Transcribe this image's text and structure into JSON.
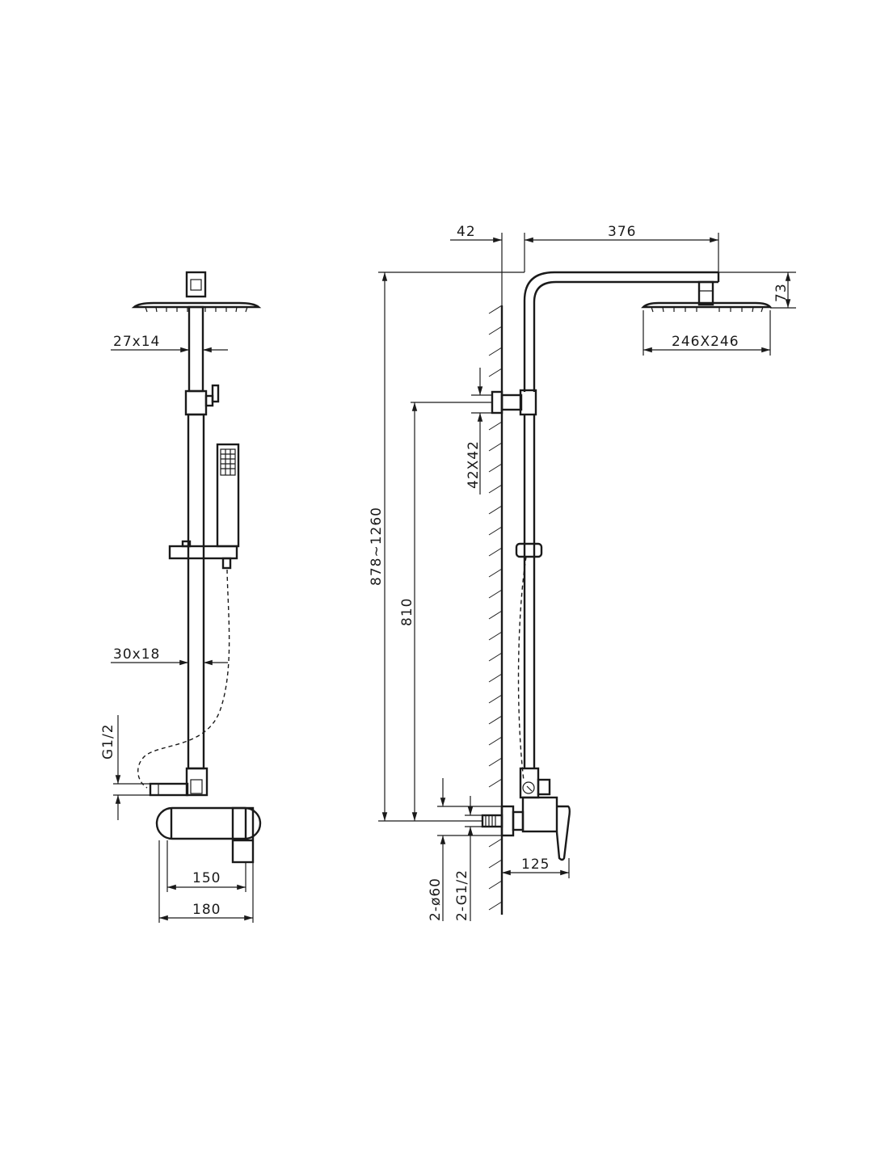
{
  "dimensions": {
    "shower_arm_offset": "42",
    "shower_arm_reach": "376",
    "head_height": "73",
    "head_size": "246X246",
    "upper_pipe_section": "27x14",
    "lower_pipe_section": "30x18",
    "inlet_thread": "G1/2",
    "inlet_thread_right": "2-G1/2",
    "bracket_size": "42X42",
    "adjustable_height": "878~1260",
    "bracket_height": "810",
    "escutcheon": "2-ø60",
    "mixer_depth": "125",
    "inlet_centres": "150",
    "overall_width": "180"
  }
}
